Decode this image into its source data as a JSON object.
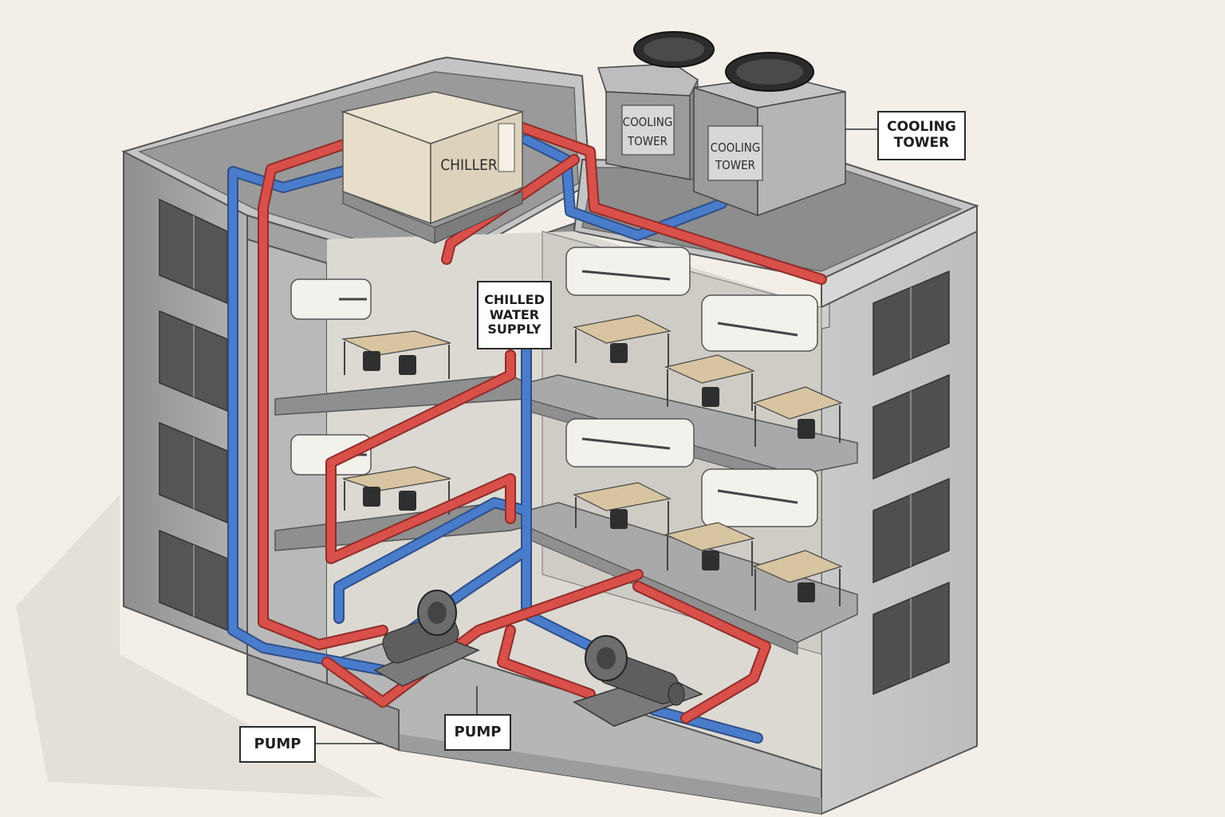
{
  "labels": {
    "chiller_unit": "CHILLER",
    "cooling_unit_1": [
      "COOLING",
      "TOWER"
    ],
    "cooling_unit_2": [
      "COOLING",
      "TOWER"
    ],
    "cooling_tower_callout": [
      "COOLING",
      "TOWER"
    ],
    "chilled_water_callout": [
      "CHILLED",
      "WATER",
      "SUPPLY"
    ],
    "pump_callout_1": "PUMP",
    "pump_callout_2": "PUMP"
  },
  "colors": {
    "background": "#f3efe8",
    "supply_pipe": "#d9504a",
    "return_pipe": "#4a7ccc",
    "building": "#a9a9a9",
    "interior": "#d8d5cf"
  }
}
